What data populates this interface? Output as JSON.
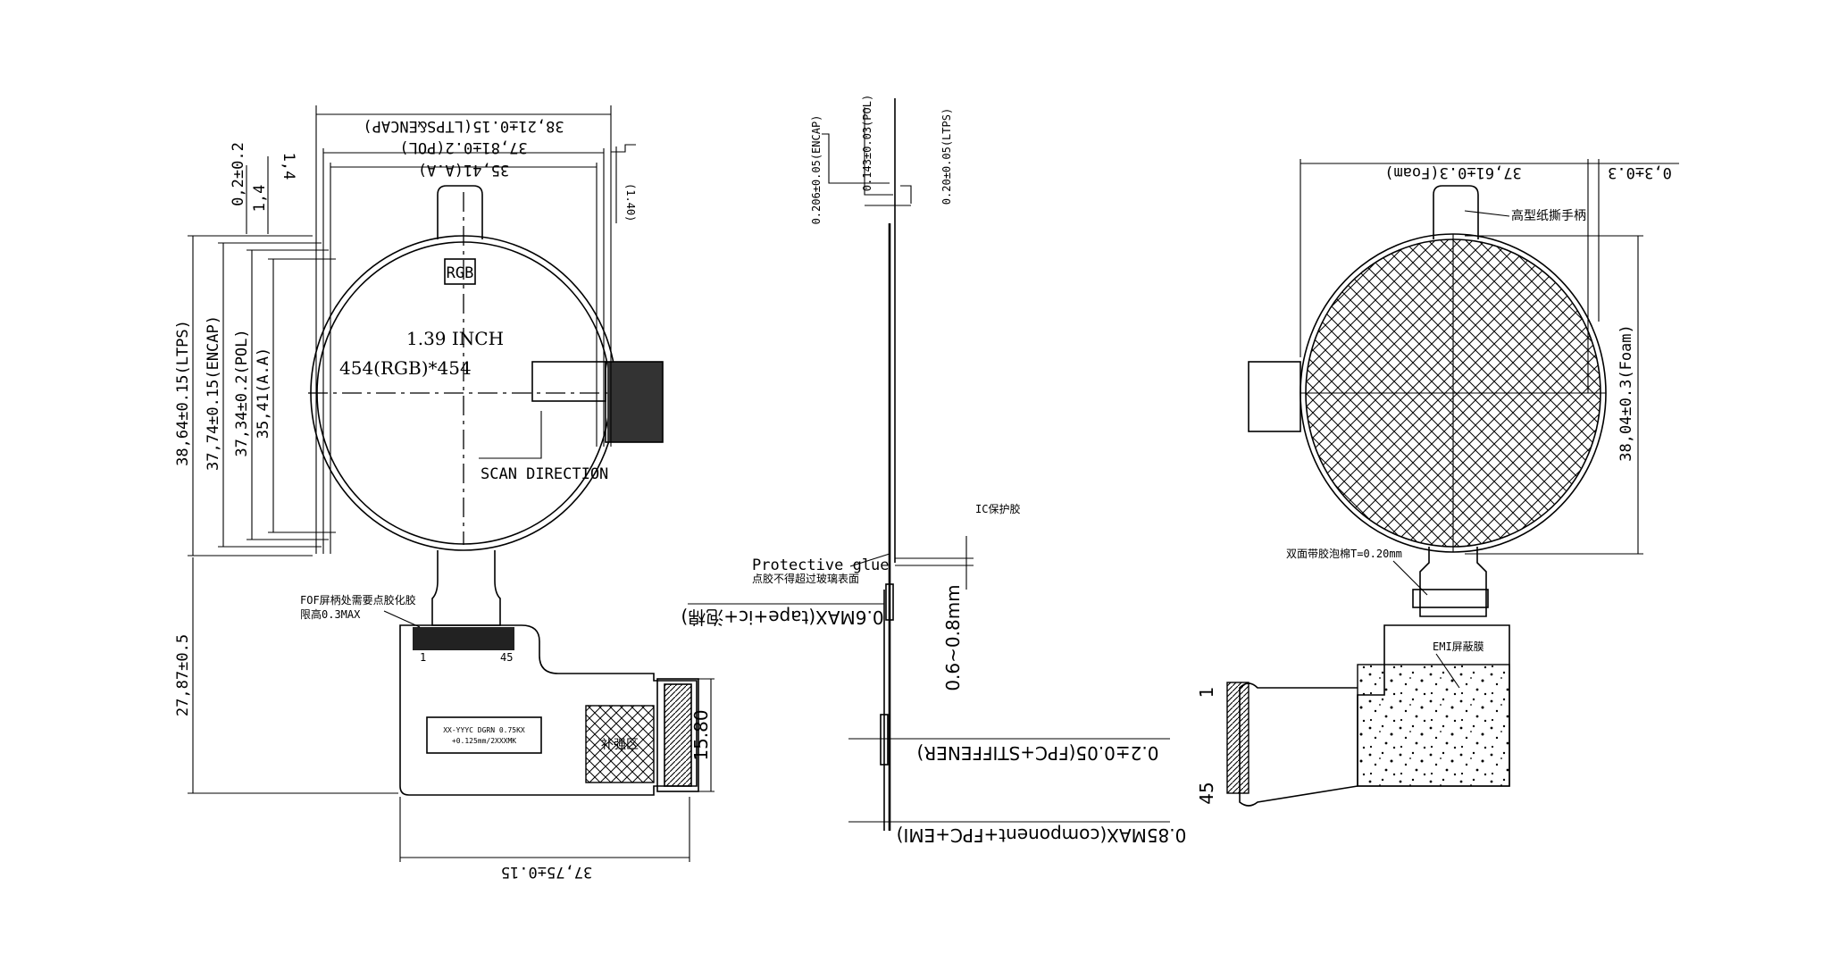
{
  "front_view": {
    "dim_ltps_encap": "38,21±0.15(LTPS&ENCAP)",
    "dim_pol_top": "37,81±0.2(POL)",
    "dim_aa_top": "35,41(A.A)",
    "dim_140": "(1.40)",
    "dim_02": "0,2±0.2",
    "dim_14a": "1,4",
    "dim_14b": "1,4",
    "dim_ltps_v": "38,64±0.15(LTPS)",
    "dim_encap_v": "37,74±0.15(ENCAP)",
    "dim_pol_v": "37,34±0.2(POL)",
    "dim_aa_v": "35,41(A.A)",
    "dim_fpc_v": "27,87±0.5",
    "dim_width_bottom": "37,75±0.15",
    "dim_1580": "15.80",
    "rgb_label": "RGB",
    "size_label": "1.39 INCH",
    "resolution": "454(RGB)*454",
    "scan_direction": "SCAN DIRECTION",
    "fof_note_1": "FOF屏柄处需要点胶化胶",
    "fof_note_2": "限高0.3MAX",
    "pad_1": "1",
    "pad_45": "45",
    "label_box_1": "XX-YYYC DGRN 0.75KX",
    "label_box_2": "+0.125mm/2XXXMK",
    "stiffener_label": "补强区"
  },
  "side_view": {
    "dim_0206": "0.206±0.05(ENCAP)",
    "dim_0143": "0.143±0.03(POL)",
    "dim_020": "0.20±0.05(LTPS)",
    "ic_glue": "IC保护胶",
    "protective_glue": "Protective glue",
    "protective_glue_note": "点胶不得超过玻璃表面",
    "dim_06max": "0.6MAX(tape+ic+泡棉)",
    "dim_0608": "0.6~0.8mm",
    "dim_fpc_stiff": "0.2±0.05(FPC+STIFFENER)",
    "dim_085": "0.85MAX(component+FPC+EMI)"
  },
  "back_view": {
    "dim_foam_h": "37,61±0.3(Foam)",
    "dim_03": "0,3±0.3",
    "pull_tab": "高型纸撕手柄",
    "dim_foam_v": "38,04±0.3(Foam)",
    "tape_note": "双面带胶泡棉T=0.20mm",
    "emi_label": "EMI屏蔽膜",
    "pin_1": "1",
    "pin_45": "45"
  }
}
